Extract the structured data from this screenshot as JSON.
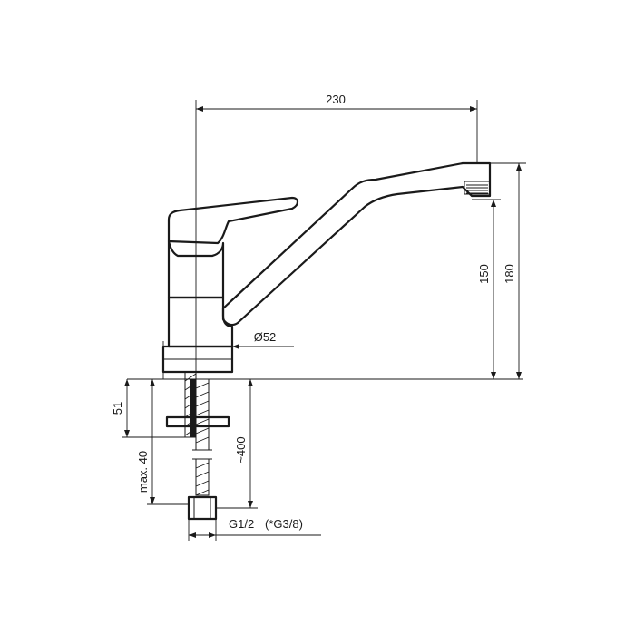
{
  "dimensions": {
    "width_overall": "230",
    "height_outlet": "150",
    "height_total": "180",
    "body_diameter": "Ø52",
    "mount_depth": "51",
    "counter_thickness": "max. 40",
    "hose_length": "~400",
    "thread": "G1/2",
    "thread_alt": "(*G3/8)"
  }
}
